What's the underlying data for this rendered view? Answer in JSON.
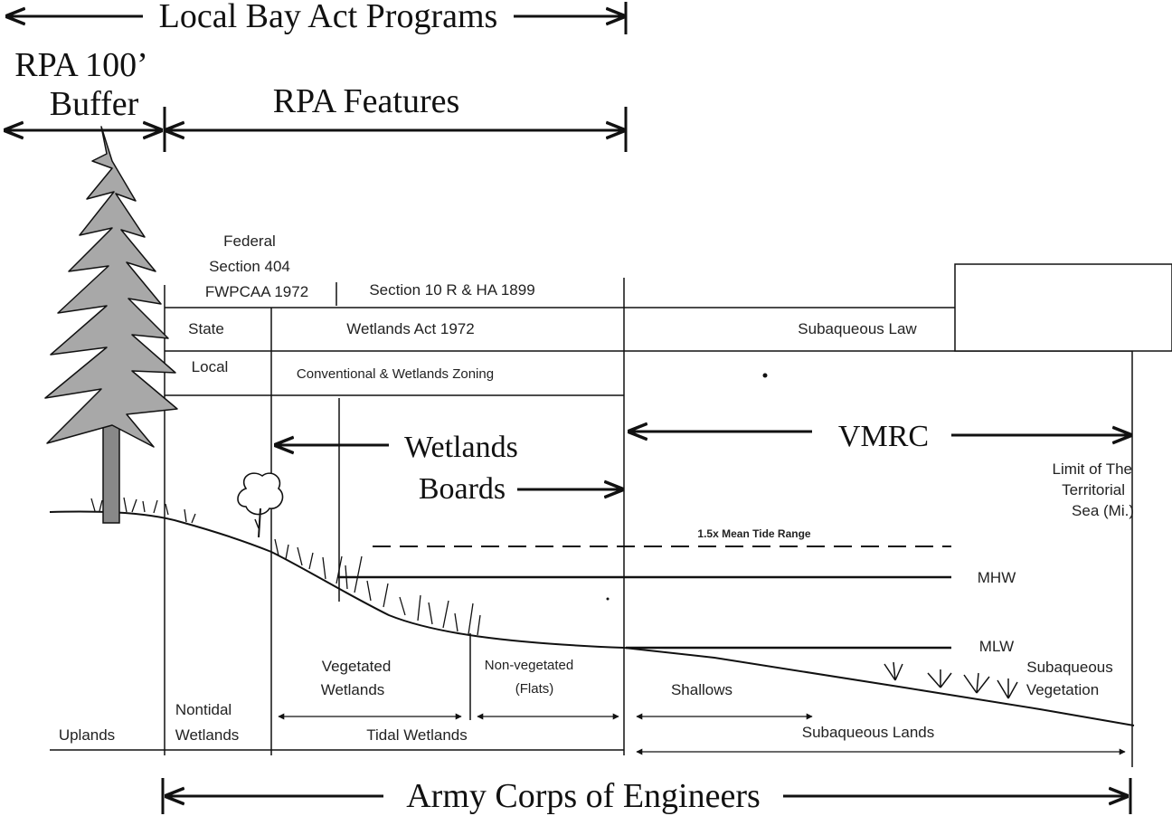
{
  "top": {
    "local_bay": "Local Bay Act Programs",
    "rpa_buffer_line1": "RPA 100’",
    "rpa_buffer_line2": "Buffer",
    "rpa_features": "RPA Features"
  },
  "table": {
    "federal_line1": "Federal",
    "federal_line2": "Section 404",
    "federal_line3": "FWPCAA 1972",
    "section10": "Section 10 R & HA 1899",
    "state": "State",
    "local": "Local",
    "wetlands_act": "Wetlands Act 1972",
    "subaqueous_law": "Subaqueous Law",
    "zoning": "Conventional & Wetlands Zoning"
  },
  "agencies": {
    "wetlands_line1": "Wetlands",
    "wetlands_line2": "Boards",
    "vmrc": "VMRC",
    "army": "Army Corps of Engineers"
  },
  "limit": {
    "line1": "Limit of The",
    "line2": "Territorial",
    "line3": "Sea (Mi.)"
  },
  "levels": {
    "tide": "1.5x Mean Tide Range",
    "mhw": "MHW",
    "mlw": "MLW"
  },
  "zones": {
    "uplands": "Uplands",
    "nontidal_line1": "Nontidal",
    "nontidal_line2": "Wetlands",
    "vegetated_line1": "Vegetated",
    "vegetated_line2": "Wetlands",
    "nonveg_line1": "Non-vegetated",
    "nonveg_line2": "(Flats)",
    "tidal": "Tidal Wetlands",
    "shallows": "Shallows",
    "subaqueous_lands": "Subaqueous Lands",
    "subaq_veg_line1": "Subaqueous",
    "subaq_veg_line2": "Vegetation"
  }
}
